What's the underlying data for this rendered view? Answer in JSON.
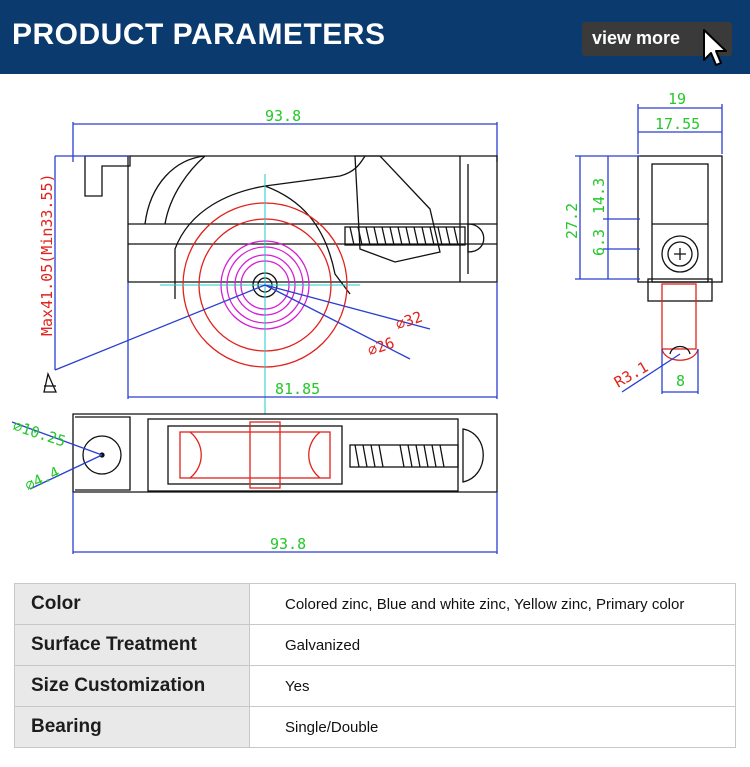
{
  "header": {
    "title": "PRODUCT PARAMETERS",
    "view_more_label": "view more"
  },
  "drawing": {
    "dims": {
      "top_width": "93.8",
      "height_range": "Max41.05(Min33.55)",
      "wheel_diameter": "⌀32",
      "hub_diameter": "⌀26",
      "body_length": "81.85",
      "side_width": "19",
      "side_inner_width": "17.55",
      "side_height": "27.2",
      "side_upper": "14.3",
      "side_lower": "6.3",
      "radius": "R3.1",
      "wheel_width": "8",
      "hole_outer": "⌀10.25",
      "hole_inner": "⌀4.4",
      "bottom_width": "93.8"
    }
  },
  "parameters": {
    "rows": [
      {
        "label": "Color",
        "value": "Colored zinc, Blue and white zinc, Yellow zinc, Primary color"
      },
      {
        "label": "Surface Treatment",
        "value": "Galvanized"
      },
      {
        "label": "Size Customization",
        "value": "Yes"
      },
      {
        "label": "Bearing",
        "value": "Single/Double"
      }
    ]
  },
  "colors": {
    "header_bg": "#0b3a6e",
    "button_bg": "#3a3a3a",
    "dimension": "#22c928",
    "wheel": "#e0231d",
    "bearing": "#d41fd4",
    "guide": "#2a3fd1"
  }
}
